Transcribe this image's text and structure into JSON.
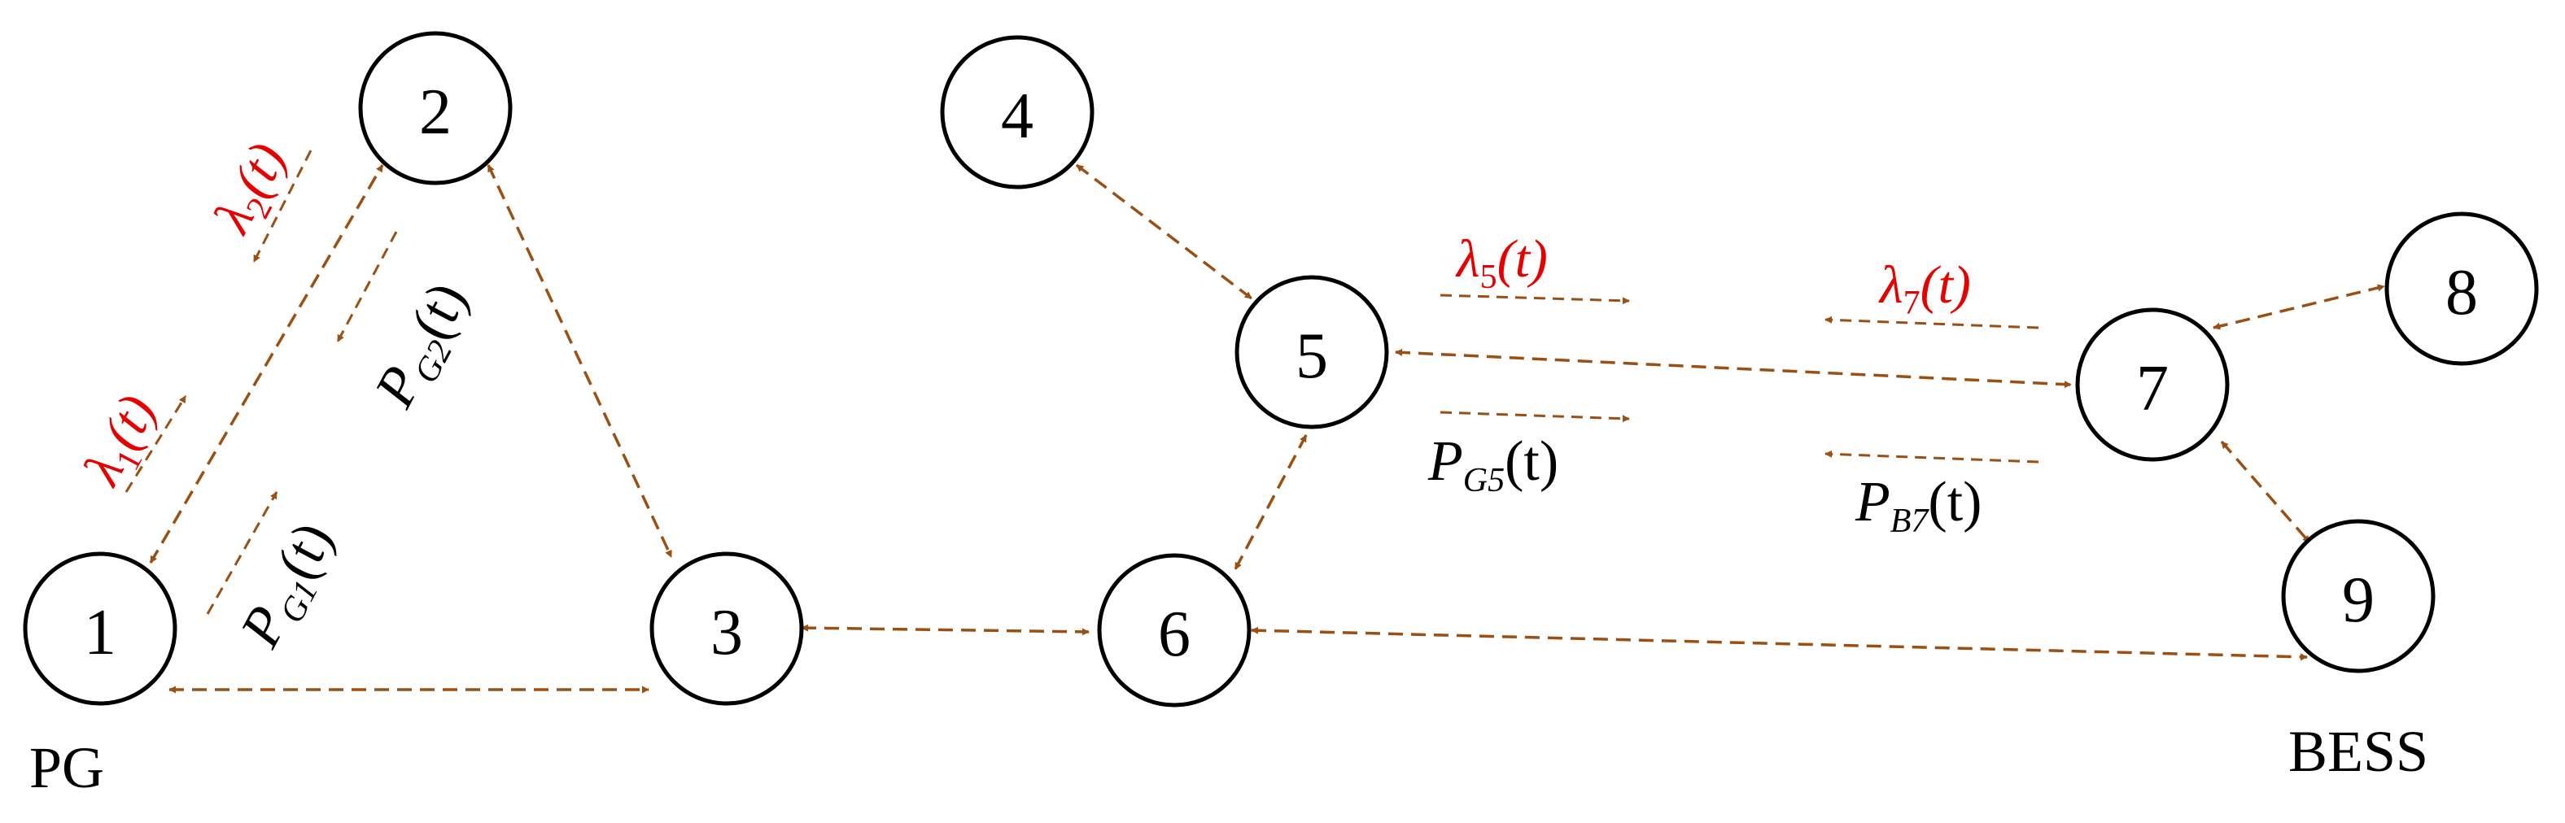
{
  "colors": {
    "edge": "#9a4f13",
    "lambda": "#e60000",
    "text": "#000000"
  },
  "nodes": [
    "1",
    "2",
    "3",
    "4",
    "5",
    "6",
    "7",
    "8",
    "9"
  ],
  "captions": {
    "pg": "PG",
    "bess": "BESS"
  },
  "edges": [
    {
      "from": "1",
      "to": "2"
    },
    {
      "from": "1",
      "to": "3"
    },
    {
      "from": "2",
      "to": "3"
    },
    {
      "from": "3",
      "to": "6"
    },
    {
      "from": "4",
      "to": "5"
    },
    {
      "from": "5",
      "to": "6"
    },
    {
      "from": "5",
      "to": "7"
    },
    {
      "from": "6",
      "to": "9"
    },
    {
      "from": "7",
      "to": "8"
    },
    {
      "from": "7",
      "to": "9"
    }
  ],
  "annotations": {
    "lambda1": {
      "sym": "λ",
      "sub": "1",
      "arg": "(t)"
    },
    "lambda2": {
      "sym": "λ",
      "sub": "2",
      "arg": "(t)"
    },
    "lambda5": {
      "sym": "λ",
      "sub": "5",
      "arg": "(t)"
    },
    "lambda7": {
      "sym": "λ",
      "sub": "7",
      "arg": "(t)"
    },
    "pg1": {
      "sym": "P",
      "sub": "G1",
      "arg": "(t)"
    },
    "pg2": {
      "sym": "P",
      "sub": "G2",
      "arg": "(t)"
    },
    "pg5": {
      "sym": "P",
      "sub": "G5",
      "arg": "(t)"
    },
    "pb7": {
      "sym": "P",
      "sub": "B7",
      "arg": "(t)"
    }
  }
}
